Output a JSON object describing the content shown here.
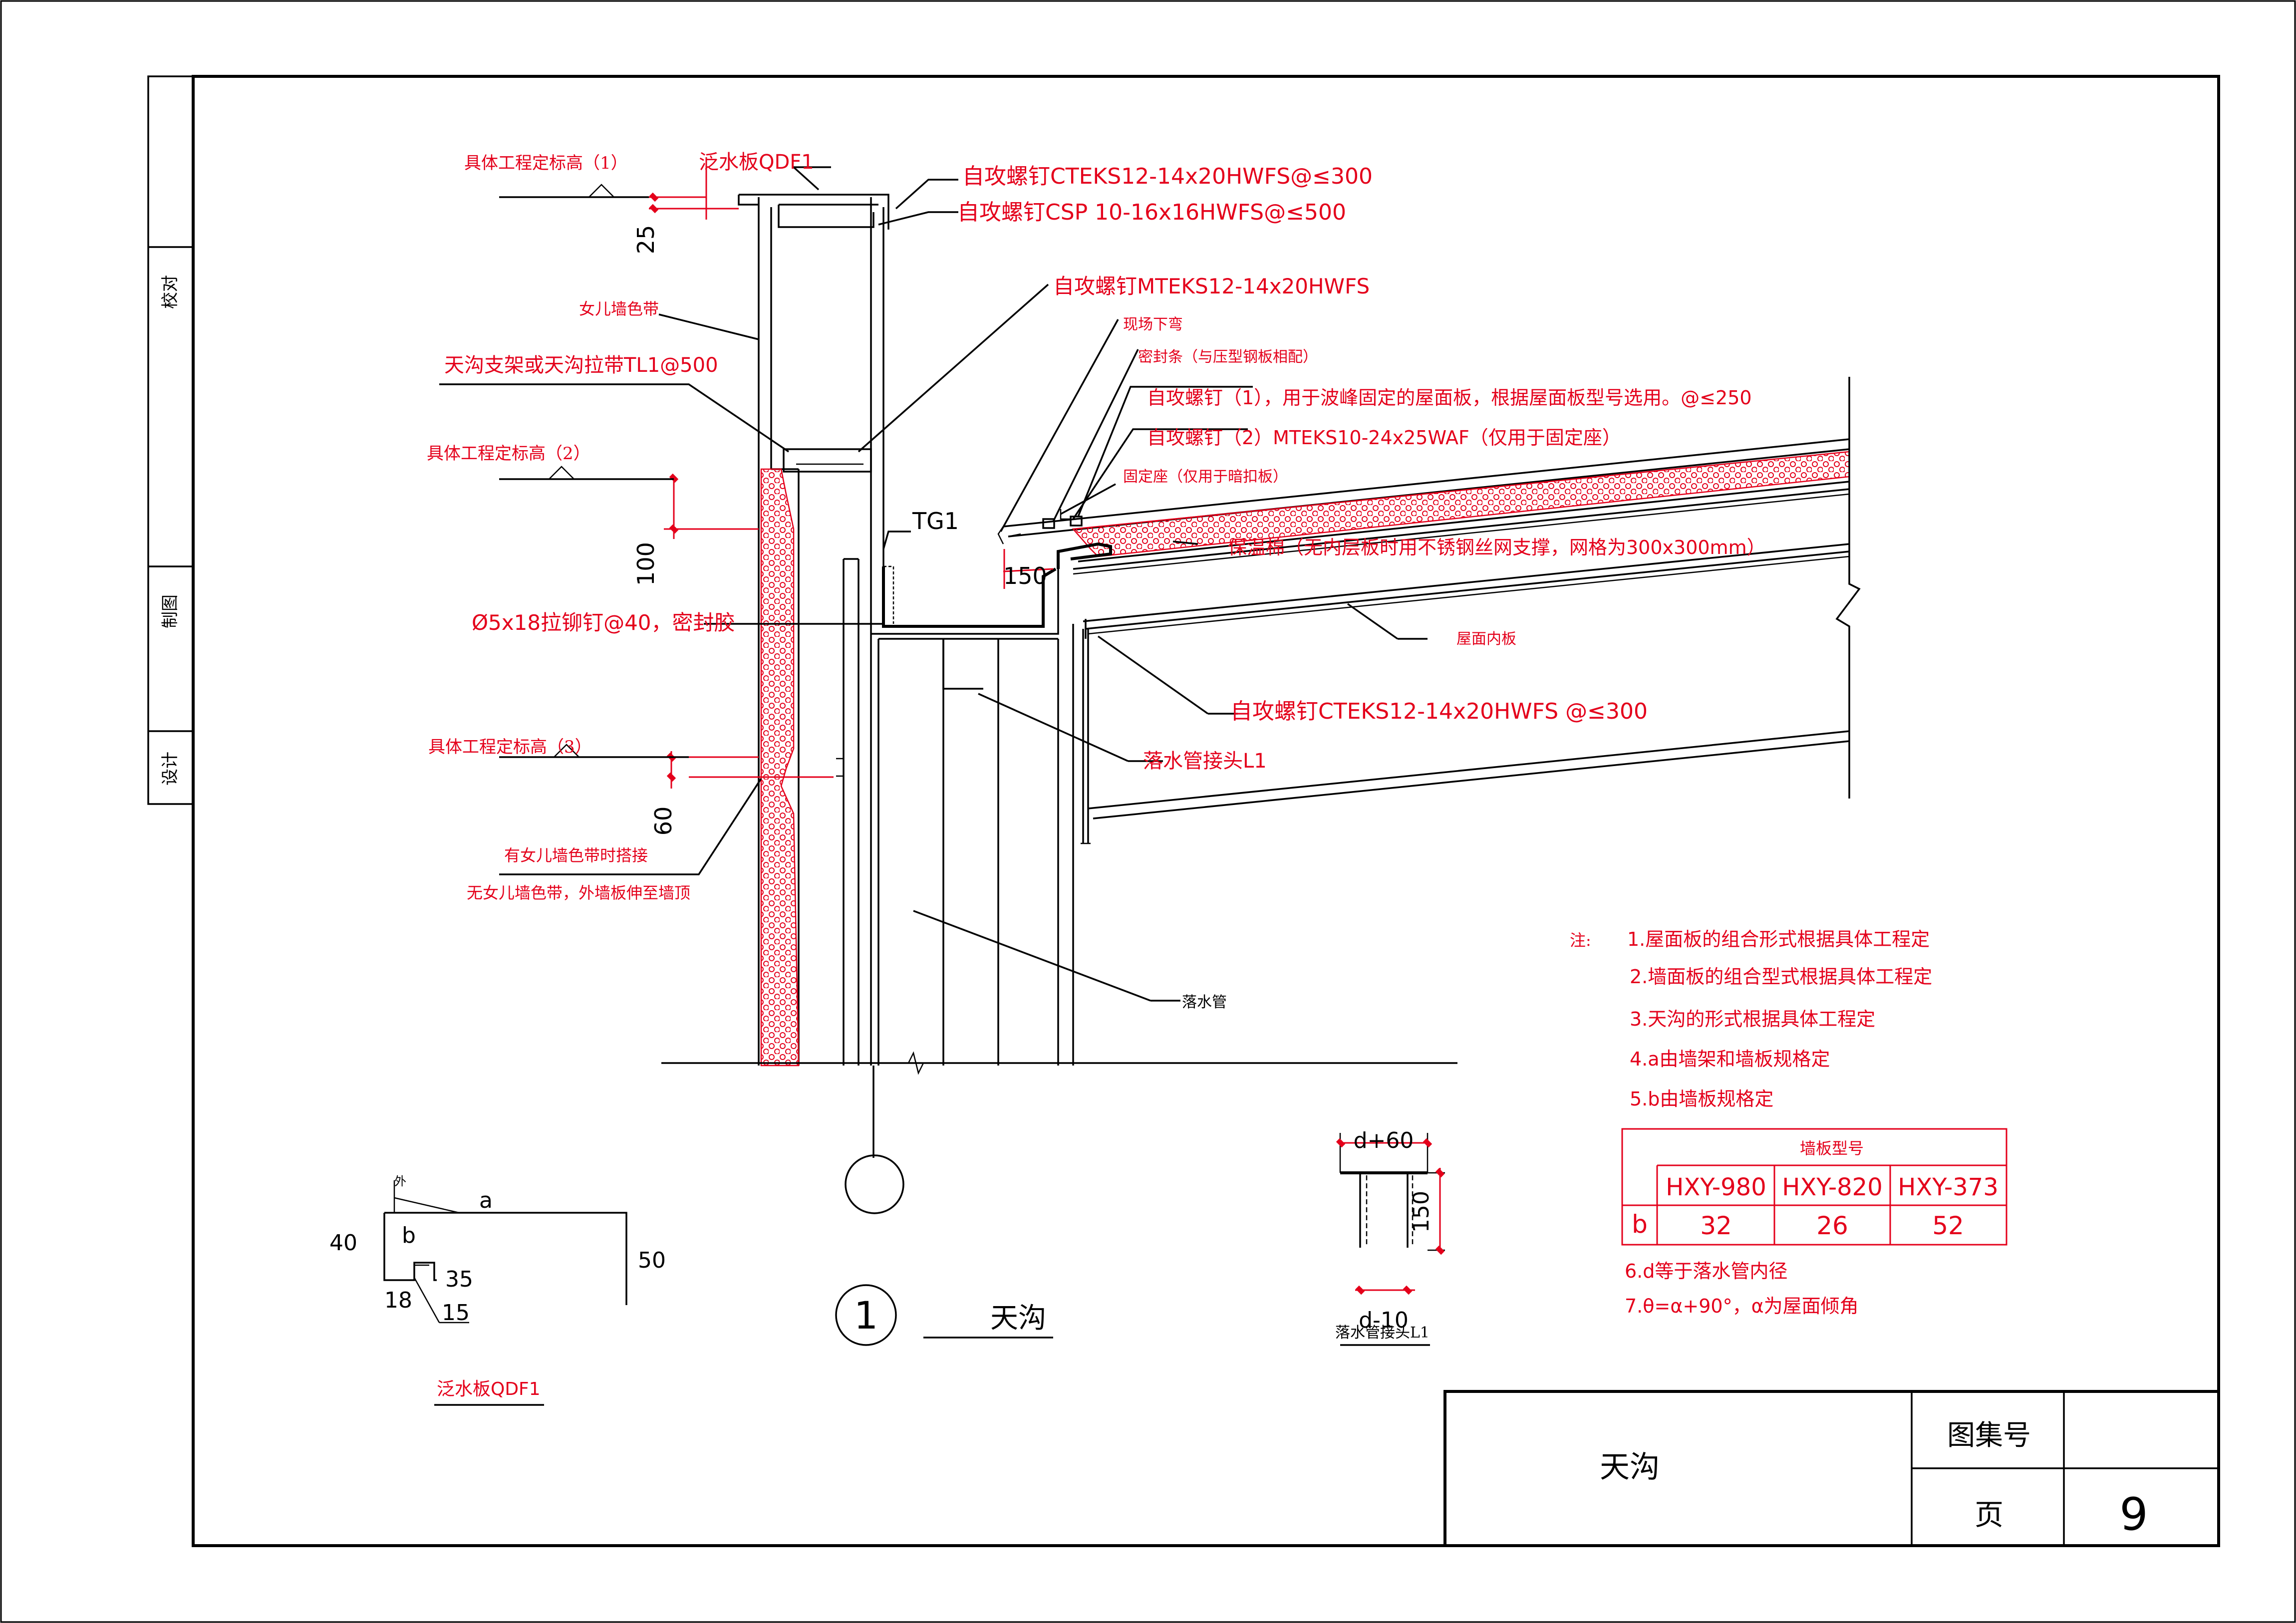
{
  "sidebar": {
    "review": "校对",
    "drafting": "制图",
    "design": "设计"
  },
  "callouts": {
    "elev1": "具体工程定标高（1）",
    "flashing_top": "泛水板QDF1",
    "screw_top1": "自攻螺钉CTEKS12-14x20HWFS@≤300",
    "screw_top2": "自攻螺钉CSP  10-16x16HWFS@≤500",
    "dim25": "25",
    "parapet_band": "女儿墙色带",
    "screw_mteks": "自攻螺钉MTEKS12-14x20HWFS",
    "gutter_tie": "天沟支架或天沟拉带TL1@500",
    "bend_down": "现场下弯",
    "seal_strip": "密封条（与压型钢板相配）",
    "screw_r1": "自攻螺钉（1），用于波峰固定的屋面板，根据屋面板型号选用。@≤250",
    "screw_r2": "自攻螺钉（2）MTEKS10-24x25WAF（仅用于固定座）",
    "elev2": "具体工程定标高（2）",
    "fix_seat": "固定座（仅用于暗扣板）",
    "tg1": "TG1",
    "insulation": "保温棉（无内层板时用不锈钢丝网支撑，网格为300x300mm）",
    "dim100": "100",
    "dim150": "150",
    "rivet": "Ø5x18拉铆钉@40，密封胶",
    "roof_inner": "屋面内板",
    "screw_cteks": "自攻螺钉CTEKS12-14x20HWFS    @≤300",
    "elev3": "具体工程定标高（3）",
    "downpipe_joint": "落水管接头L1",
    "dim60": "60",
    "band_lap": "有女儿墙色带时搭接",
    "no_band": "无女儿墙色带，外墙板伸至墙顶",
    "downpipe": "落水管"
  },
  "notes": {
    "label": "注:",
    "n1": "1.屋面板的组合形式根据具体工程定",
    "n2": "2.墙面板的组合型式根据具体工程定",
    "n3": "3.天沟的形式根据具体工程定",
    "n4": "4.a由墙架和墙板规格定",
    "n5": "5.b由墙板规格定",
    "n6": "6.d等于落水管内径",
    "n7": "7.θ=α+90°，α为屋面倾角"
  },
  "table": {
    "header": "墙板型号",
    "row_label": "b",
    "columns": [
      "HXY-980",
      "HXY-820",
      "HXY-373"
    ],
    "values": [
      "32",
      "26",
      "52"
    ]
  },
  "flashing_detail": {
    "outer": "外",
    "a": "a",
    "b": "b",
    "d40": "40",
    "d50": "50",
    "d35": "35",
    "d18": "18",
    "d15": "15",
    "title": "泛水板QDF1"
  },
  "joint_detail": {
    "top": "d+60",
    "height": "150",
    "bottom": "d-10",
    "title": "落水管接头L1"
  },
  "section": {
    "number": "1",
    "title": "天沟"
  },
  "title_block": {
    "name": "天沟",
    "atlas_label": "图集号",
    "atlas_value": "",
    "page_label": "页",
    "page_value": "9"
  }
}
